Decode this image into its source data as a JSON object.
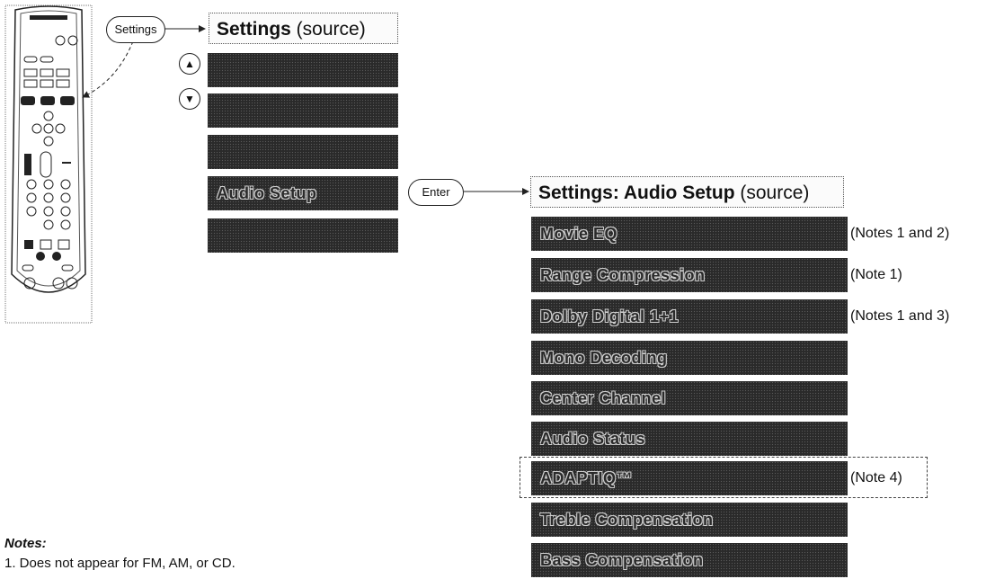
{
  "remote": {
    "icon": "remote-control-icon"
  },
  "settings_button": {
    "label": "Settings"
  },
  "enter_button": {
    "label": "Enter"
  },
  "up_button": {
    "icon": "up-arrow-icon"
  },
  "down_button": {
    "icon": "down-arrow-icon"
  },
  "settings_menu": {
    "title_bold": "Settings",
    "title_rest": " (source)",
    "items": [
      "",
      "",
      "",
      "Audio Setup",
      ""
    ]
  },
  "audio_setup_menu": {
    "title_bold": "Settings: Audio Setup",
    "title_rest": " (source)",
    "items": [
      {
        "label": "Movie EQ",
        "note": "(Notes 1 and 2)"
      },
      {
        "label": "Range Compression",
        "note": "(Note 1)"
      },
      {
        "label": "Dolby Digital 1+1",
        "note": "(Notes 1 and 3)"
      },
      {
        "label": "Mono Decoding",
        "note": ""
      },
      {
        "label": "Center Channel",
        "note": ""
      },
      {
        "label": "Audio Status",
        "note": ""
      },
      {
        "label": "ADAPTIQ™",
        "note": "(Note 4)"
      },
      {
        "label": "Treble Compensation",
        "note": ""
      },
      {
        "label": "Bass Compensation",
        "note": ""
      }
    ]
  },
  "notes": {
    "heading": "Notes:",
    "lines": [
      "1. Does not appear for FM, AM, or CD."
    ]
  }
}
